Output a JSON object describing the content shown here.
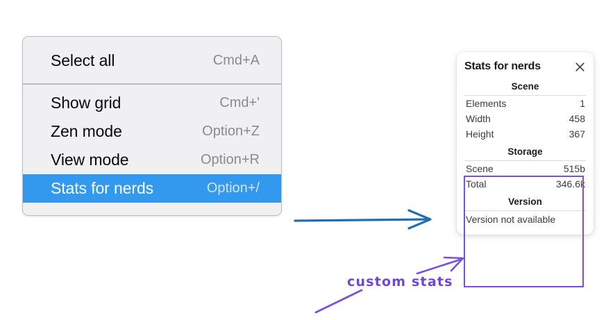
{
  "menu": {
    "groups": [
      {
        "name": "group-top",
        "items": [
          {
            "label": "Select all",
            "shortcut": "Cmd+A",
            "selected": false
          }
        ]
      },
      {
        "name": "group-bottom",
        "items": [
          {
            "label": "Show grid",
            "shortcut": "Cmd+'",
            "selected": false
          },
          {
            "label": "Zen mode",
            "shortcut": "Option+Z",
            "selected": false
          },
          {
            "label": "View mode",
            "shortcut": "Option+R",
            "selected": false
          },
          {
            "label": "Stats for nerds",
            "shortcut": "Option+/",
            "selected": true
          }
        ]
      }
    ],
    "selected_color": "#3399ee"
  },
  "stats_panel": {
    "title": "Stats for nerds",
    "close_icon": "close-icon",
    "sections": [
      {
        "title": "Scene",
        "rows": [
          {
            "key": "Elements",
            "value": "1"
          },
          {
            "key": "Width",
            "value": "458"
          },
          {
            "key": "Height",
            "value": "367"
          }
        ]
      },
      {
        "title": "Storage",
        "rows": [
          {
            "key": "Scene",
            "value": "515b"
          },
          {
            "key": "Total",
            "value": "346.6k"
          }
        ]
      },
      {
        "title": "Version",
        "note": "Version not available",
        "rows": []
      }
    ]
  },
  "annotations": {
    "custom_stats_label": "custom stats",
    "arrow_color_blue": "#1f6fb2",
    "arrow_color_purple": "#7b4fd8",
    "highlight_box_color": "#7b4fd8"
  }
}
